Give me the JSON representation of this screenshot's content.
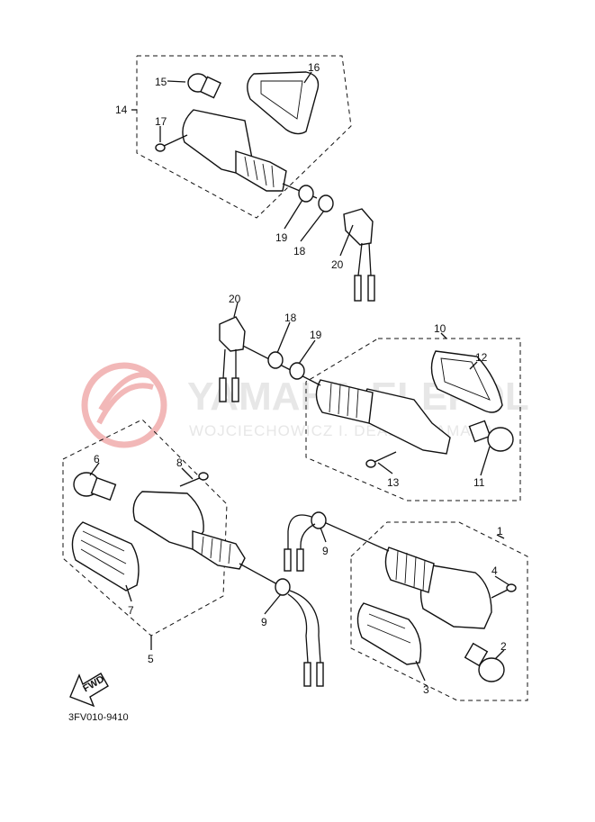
{
  "watermark": {
    "title": "YAMAHA-ELEPOL",
    "subtitle": "WOJCIECHOWICZ I. DEALER YAMAHA"
  },
  "labels": {
    "p1": "1",
    "p2": "2",
    "p3": "3",
    "p4": "4",
    "p5": "5",
    "p6": "6",
    "p7": "7",
    "p8": "8",
    "p9a": "9",
    "p9b": "9",
    "p10": "10",
    "p11": "11",
    "p12": "12",
    "p13": "13",
    "p14": "14",
    "p15": "15",
    "p16": "16",
    "p17": "17",
    "p18a": "18",
    "p18b": "18",
    "p19a": "19",
    "p19b": "19",
    "p20a": "20",
    "p20b": "20"
  },
  "fwd_label": "FWD",
  "diagram_code": "3FV010-9410",
  "colors": {
    "line": "#111111",
    "watermark_red": "#f2b8b8",
    "watermark_gray": "#e7e7e7"
  }
}
